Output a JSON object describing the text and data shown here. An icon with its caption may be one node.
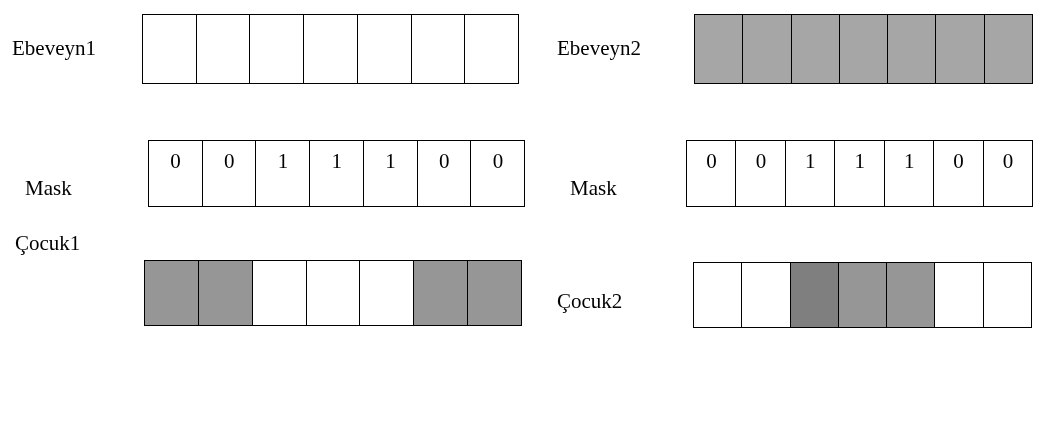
{
  "diagram": {
    "nodes": [
      {
        "text": [],
        "shape": "box"
      },
      {
        "text": [],
        "shape": "box"
      },
      {
        "text": [],
        "shape": "box"
      },
      {
        "text": [],
        "shape": "box"
      },
      {
        "text": [],
        "shape": "box"
      },
      {
        "text": [],
        "shape": "box"
      },
      {
        "text": [],
        "shape": "box"
      },
      {
        "text": [],
        "shape": "box"
      },
      {
        "text": [],
        "shape": "box"
      },
      {
        "text": [],
        "shape": "box"
      },
      {
        "text": [],
        "shape": "box"
      },
      {
        "text": [],
        "shape": "box"
      },
      {
        "text": [],
        "shape": "box"
      },
      {
        "text": [],
        "shape": "box"
      },
      {
        "text": [
          "0"
        ]
      },
      {
        "text": [
          "0"
        ]
      },
      {
        "text": [
          "1"
        ]
      },
      {
        "text": [
          "1"
        ]
      },
      {
        "text": [
          "1"
        ]
      },
      {
        "text": [
          "0"
        ]
      },
      {
        "text": [
          "0"
        ]
      },
      {
        "text": [
          "0"
        ]
      },
      {
        "text": [
          "0"
        ]
      },
      {
        "text": [
          "1"
        ]
      },
      {
        "text": [
          "1"
        ]
      },
      {
        "text": [
          "1"
        ]
      },
      {
        "text": [
          "0"
        ]
      },
      {
        "text": [
          "0"
        ]
      },
      {
        "text": [],
        "shape": "box"
      },
      {
        "text": [],
        "shape": "box"
      },
      {
        "text": [],
        "shape": "box"
      },
      {
        "text": [],
        "shape": "box"
      },
      {
        "text": [],
        "shape": "box"
      },
      {
        "text": [],
        "shape": "box"
      },
      {
        "text": [],
        "shape": "box"
      },
      {
        "text": [],
        "shape": "box"
      },
      {
        "text": [],
        "shape": "box"
      },
      {
        "text": [],
        "shape": "box"
      },
      {
        "text": [],
        "shape": "box"
      },
      {
        "text": [],
        "shape": "box"
      },
      {
        "text": [],
        "shape": "box"
      },
      {
        "text": [],
        "shape": "box"
      }
    ],
    "labels": [
      "Ebeveyn1",
      "Ebeveyn2",
      "Mask",
      "Mask",
      "Çocuk1",
      "Çocuk2"
    ]
  }
}
